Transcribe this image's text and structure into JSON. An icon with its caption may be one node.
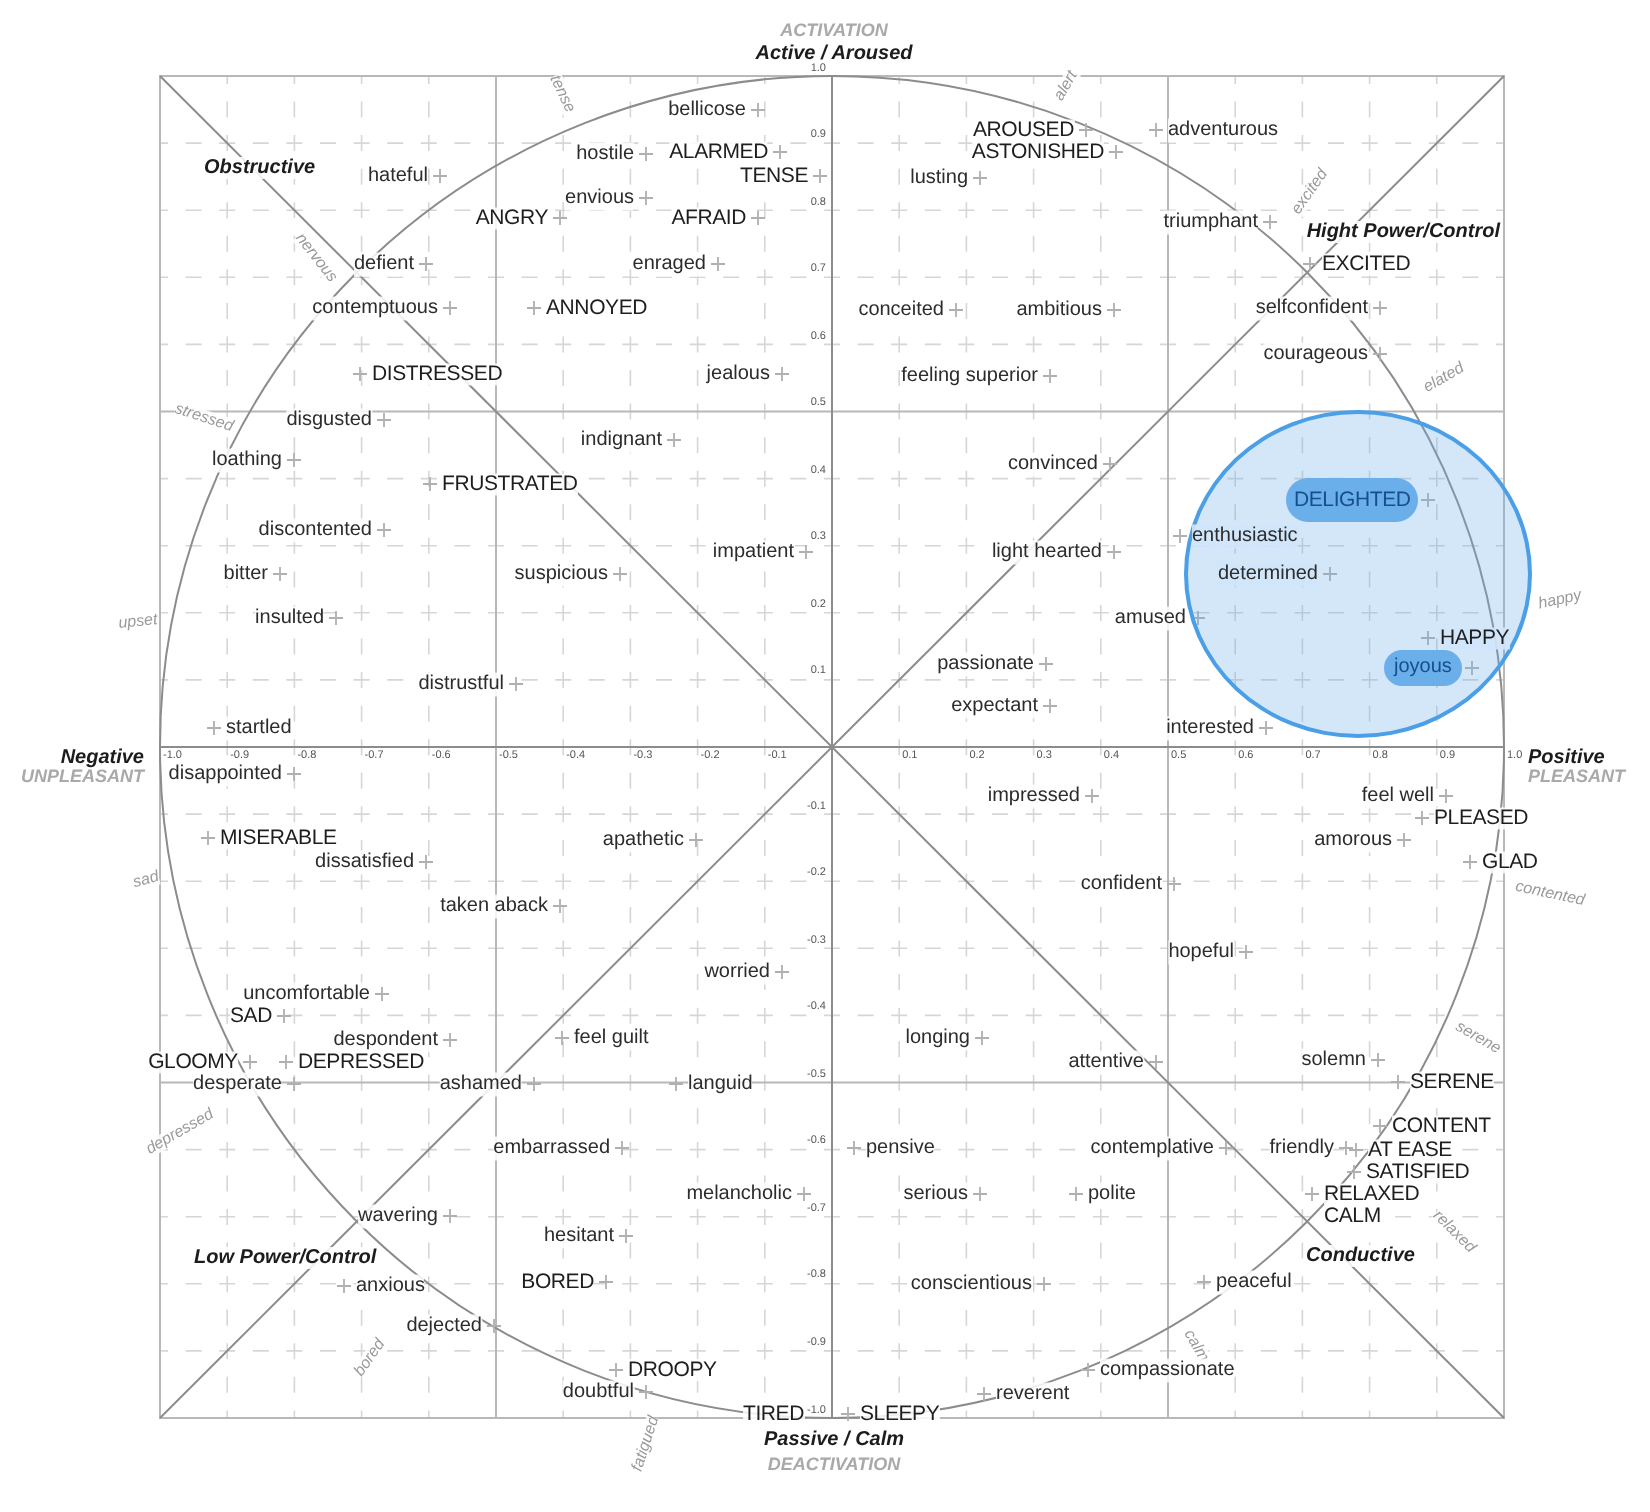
{
  "diagram": {
    "nodes": [
      {
        "text": [
          "enthusiastic",
          "determined",
          "HAPPY"
        ]
      },
      {
        "text": [
          "DELIGHTED"
        ],
        "in": 0
      },
      {
        "text": [
          "joyous"
        ],
        "in": 0
      }
    ],
    "labels": [
      "ACTIVATION",
      "Active / Aroused",
      "tense",
      "1.0",
      "alert",
      "bellicose",
      "AROUSED",
      "adventurous",
      "hostile",
      "ALARMED",
      "0.9",
      "ASTONISHED",
      "Obstructive",
      "hateful",
      "TENSE",
      "lusting",
      "excited",
      "envious",
      "ANGRY",
      "AFRAID",
      "0.8",
      "triumphant",
      "Hight Power/Control",
      "nervous",
      "defient",
      "enraged",
      "0.7",
      "EXCITED",
      "contemptuous",
      "ANNOYED",
      "conceited",
      "ambitious",
      "selfconfident",
      "0.6",
      "courageous",
      "DISTRESSED",
      "jealous",
      "feeling superior",
      "elated",
      "stressed",
      "disgusted",
      "0.5",
      "indignant",
      "loathing",
      "convinced",
      "FRUSTRATED",
      "0.4",
      "discontented",
      "impatient",
      "0.3",
      "light hearted",
      "bitter",
      "suspicious",
      "happy",
      "upset",
      "insulted",
      "0.2",
      "amused",
      "passionate",
      "distrustful",
      "0.1",
      "expectant",
      "startled",
      "interested",
      "Negative",
      "-1.0",
      "-0.9",
      "-0.8",
      "-0.7",
      "-0.6",
      "-0.5",
      "-0.4",
      "-0.3",
      "-0.2",
      "-0.1",
      "0.1",
      "0.2",
      "0.3",
      "0.4",
      "0.5",
      "0.6",
      "0.7",
      "0.8",
      "0.9",
      "1.0",
      "Positive",
      "UNPLEASANT",
      "disappointed",
      "PLEASANT",
      "impressed",
      "feel well",
      "-0.1",
      "PLEASED",
      "MISERABLE",
      "apathetic",
      "amorous",
      "dissatisfied",
      "GLAD",
      "sad",
      "-0.2",
      "confident",
      "contented",
      "taken aback",
      "-0.3",
      "hopeful",
      "worried",
      "uncomfortable",
      "SAD",
      "-0.4",
      "despondent",
      "feel guilt",
      "longing",
      "serene",
      "GLOOMY",
      "DEPRESSED",
      "attentive",
      "solemn",
      "desperate",
      "ashamed",
      "languid",
      "-0.5",
      "SERENE",
      "depressed",
      "CONTENT",
      "embarrassed",
      "-0.6",
      "pensive",
      "contemplative",
      "friendly",
      "AT EASE",
      "SATISFIED",
      "melancholic",
      "serious",
      "polite",
      "RELAXED",
      "wavering",
      "-0.7",
      "CALM",
      "hesitant",
      "relaxed",
      "Low Power/Control",
      "Conductive",
      "anxious",
      "BORED",
      "-0.8",
      "conscientious",
      "peaceful",
      "dejected",
      "bored",
      "-0.9",
      "calm",
      "DROOPY",
      "compassionate",
      "doubtful",
      "reverent",
      "TIRED",
      "-1.0",
      "SLEEPY",
      "fatigued",
      "Passive / Calm",
      "DEACTIVATION"
    ]
  }
}
